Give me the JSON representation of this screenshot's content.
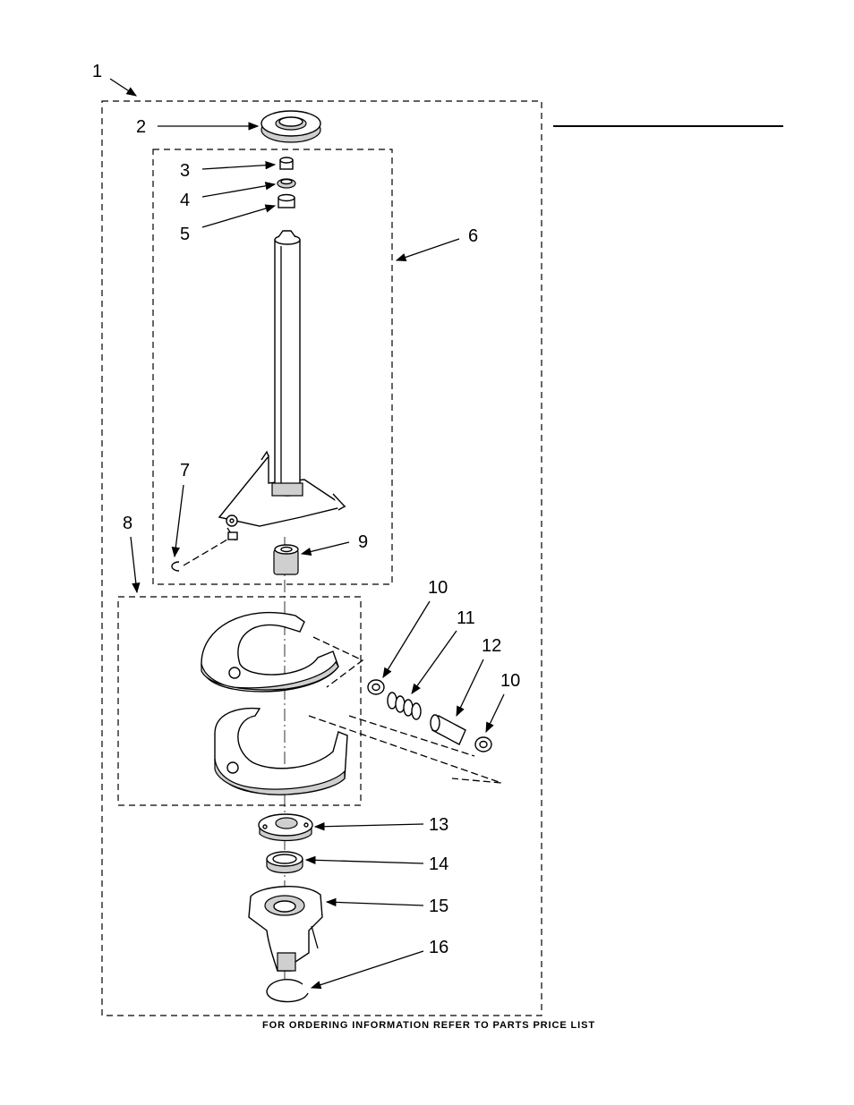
{
  "callouts": {
    "c1": "1",
    "c2": "2",
    "c3": "3",
    "c4": "4",
    "c5": "5",
    "c6": "6",
    "c7": "7",
    "c8": "8",
    "c9": "9",
    "c10a": "10",
    "c11": "11",
    "c12": "12",
    "c10b": "10",
    "c13": "13",
    "c14": "14",
    "c15": "15",
    "c16": "16"
  },
  "footer": "FOR ORDERING INFORMATION REFER TO PARTS PRICE LIST"
}
